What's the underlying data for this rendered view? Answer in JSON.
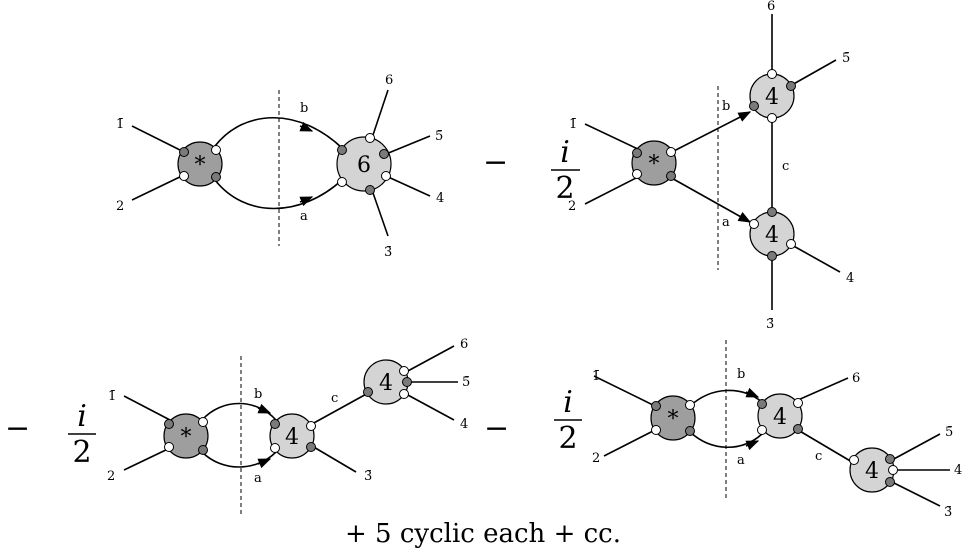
{
  "colors": {
    "vertex_star": "#9e9e9e",
    "vertex_plain": "#d4d4d4",
    "dot_gray": "#7a7a7a",
    "dot_white": "#ffffff"
  },
  "diagrams": {
    "d1": {
      "star": "*",
      "vertex": "6",
      "legs": {
        "l1": "1̄",
        "l2": "2",
        "l3": "3̄",
        "l4": "4",
        "l5": "5̄",
        "l6": "6"
      },
      "lines": {
        "a": "a",
        "b": "b"
      }
    },
    "d2": {
      "coef_num": "i",
      "coef_den": "2",
      "sign": "−",
      "star": "*",
      "v_top": "4",
      "v_bot": "4",
      "legs": {
        "l1": "1̄",
        "l2": "2",
        "l3": "3̄",
        "l4": "4",
        "l5": "5̄",
        "l6": "6"
      },
      "lines": {
        "a": "a",
        "b": "b",
        "c": "c"
      }
    },
    "d3": {
      "sign": "−",
      "coef_num": "i",
      "coef_den": "2",
      "star": "*",
      "v_mid": "4",
      "v_right": "4",
      "legs": {
        "l1": "1̄",
        "l2": "2",
        "l3": "3̄",
        "l4": "4",
        "l5": "5̄",
        "l6": "6"
      },
      "lines": {
        "a": "a",
        "b": "b",
        "c": "c"
      }
    },
    "d4": {
      "sign": "−",
      "coef_num": "i",
      "coef_den": "2",
      "star": "*",
      "v_mid": "4",
      "v_right": "4",
      "legs": {
        "l1": "1̄",
        "l2": "2",
        "l3": "3̄",
        "l4": "4",
        "l5": "5̄",
        "l6": "6"
      },
      "lines": {
        "a": "a",
        "b": "b",
        "c": "c"
      }
    }
  },
  "footer": "+ 5 cyclic each + cc."
}
